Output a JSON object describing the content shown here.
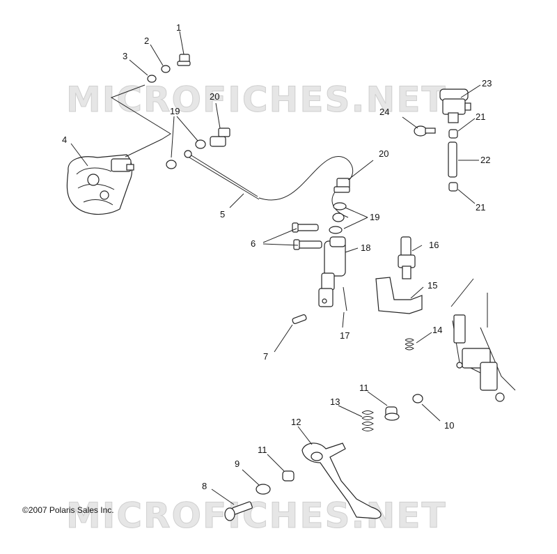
{
  "watermark": "MICROFICHES.NET",
  "copyright": "©2007 Polaris Sales Inc.",
  "callouts": [
    "1",
    "2",
    "3",
    "4",
    "5",
    "6",
    "7",
    "8",
    "9",
    "10",
    "11",
    "11",
    "12",
    "13",
    "14",
    "15",
    "16",
    "17",
    "18",
    "19",
    "19",
    "20",
    "20",
    "21",
    "21",
    "22",
    "23",
    "24"
  ]
}
